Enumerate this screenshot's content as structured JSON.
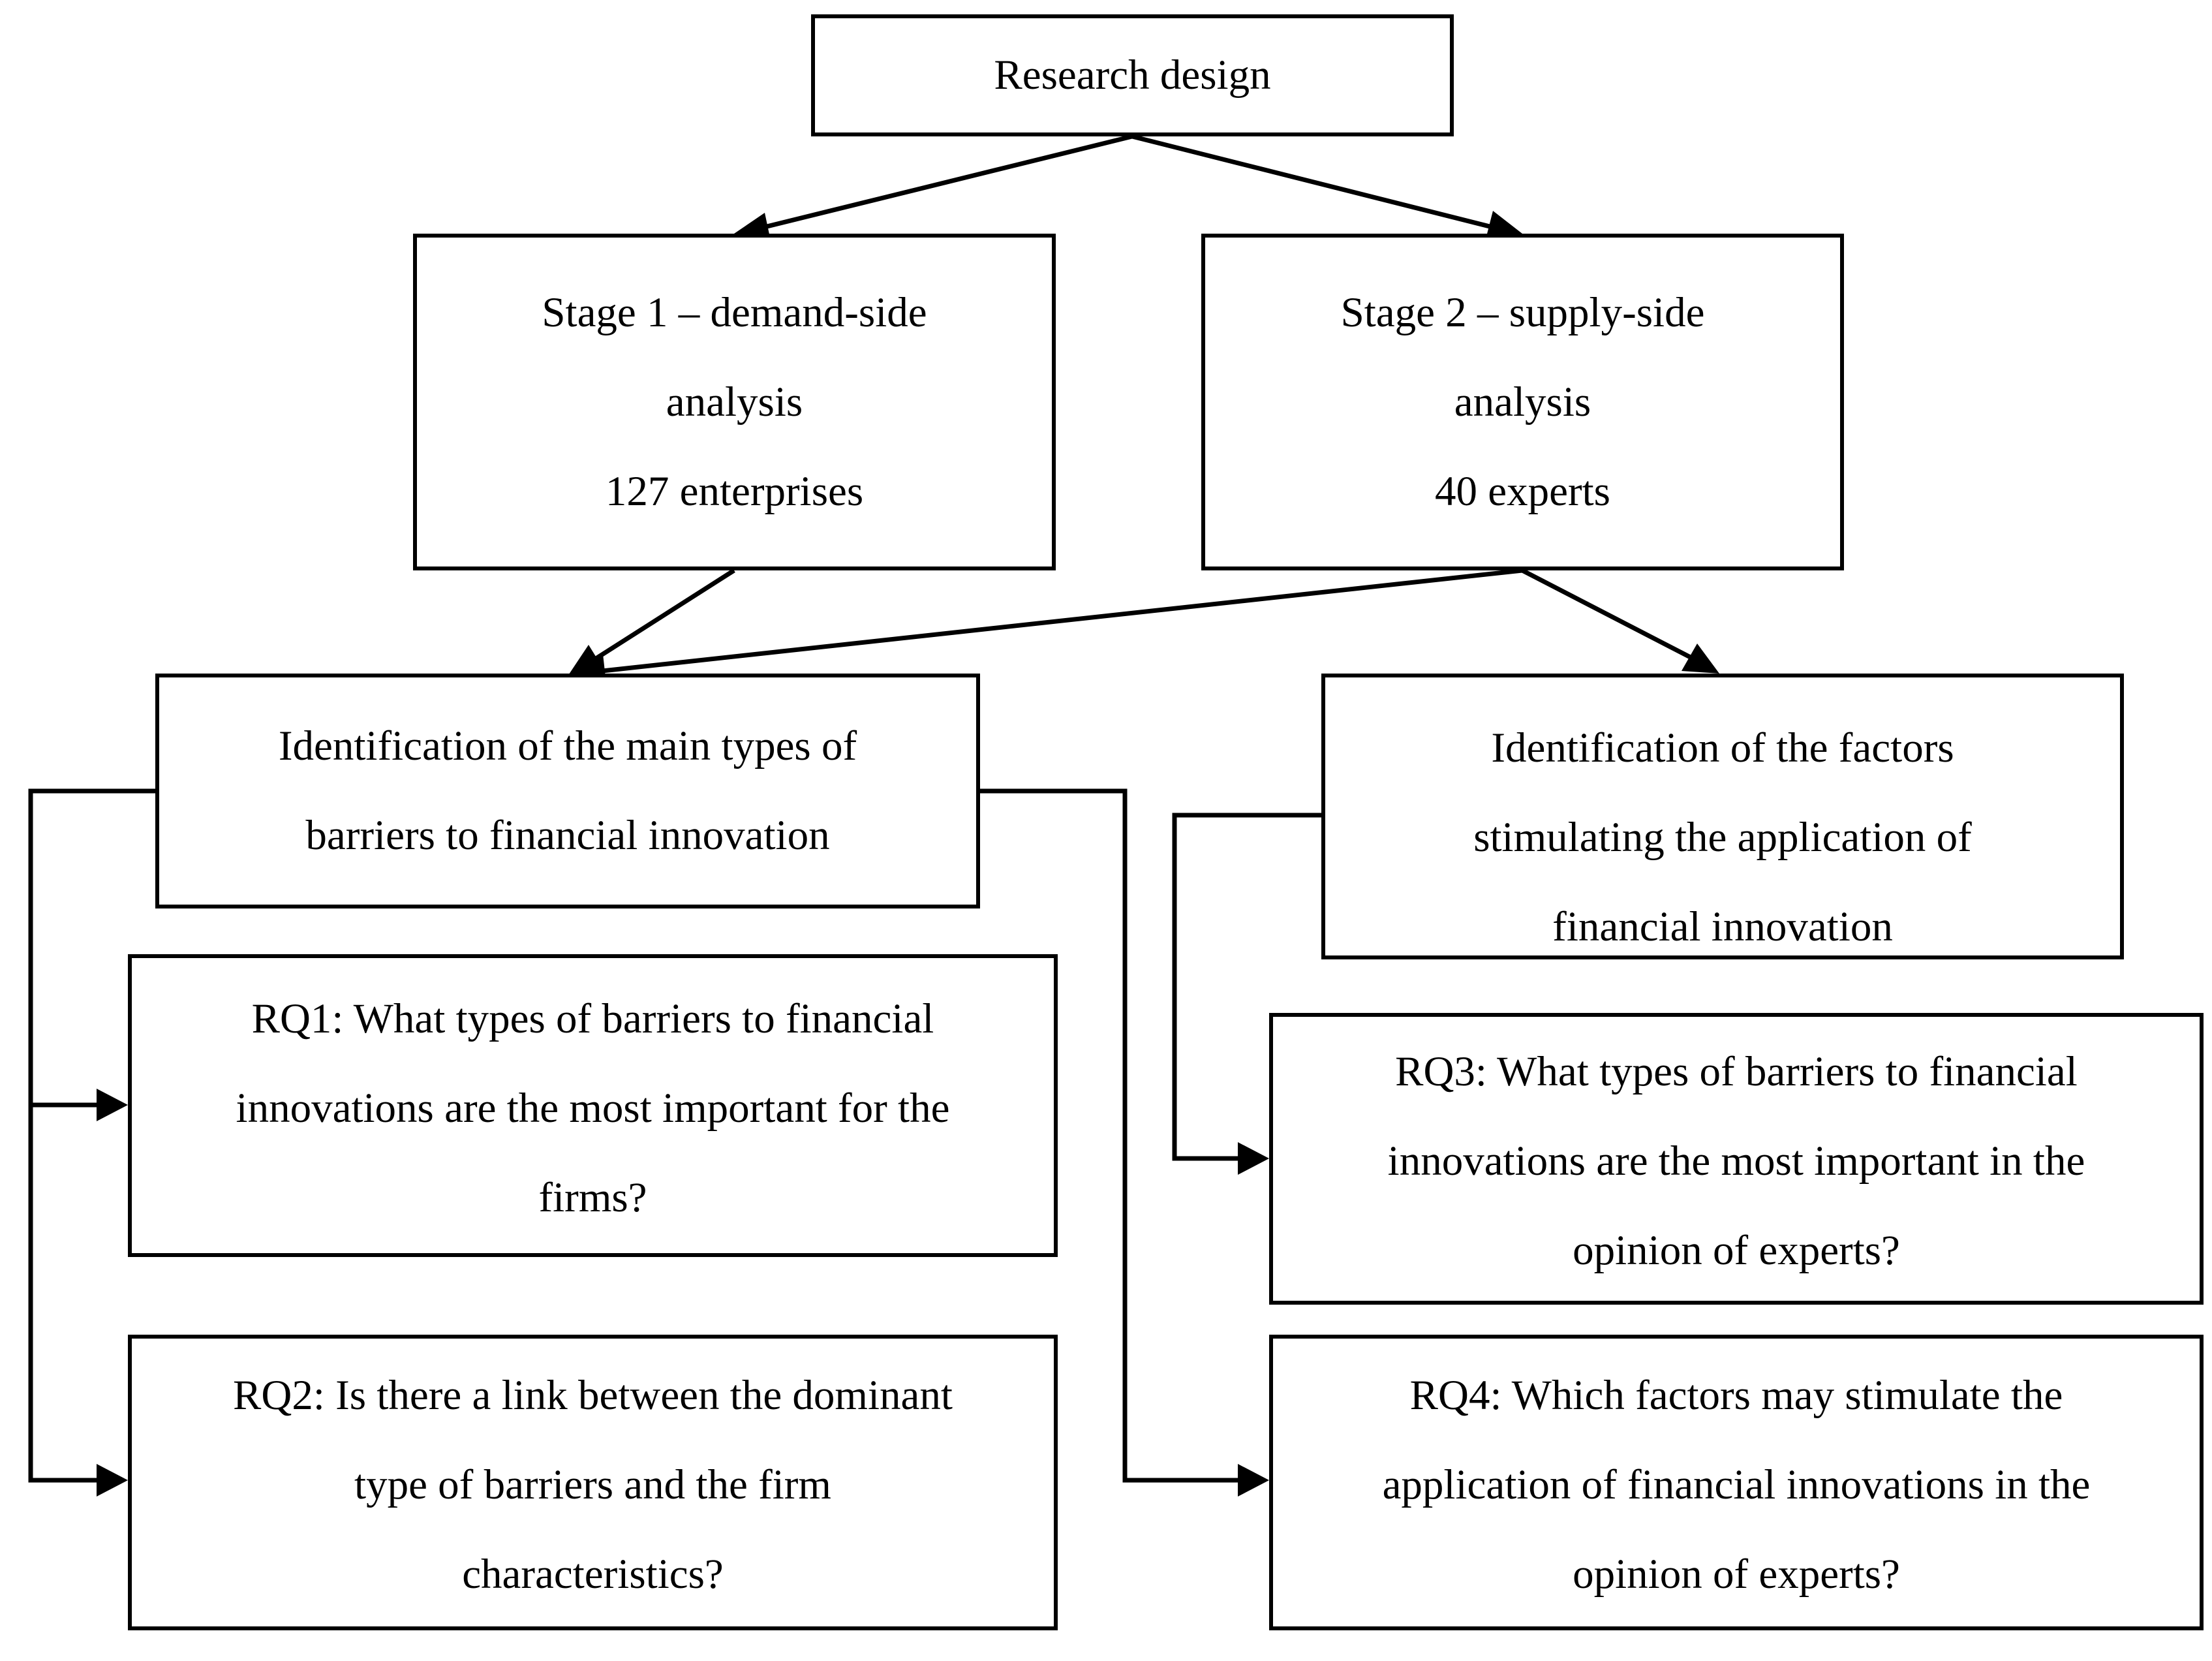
{
  "diagram": {
    "root": {
      "lines": [
        "Research design"
      ]
    },
    "stage1": {
      "lines": [
        "Stage 1 – demand-side",
        "analysis",
        "127 enterprises"
      ]
    },
    "stage2": {
      "lines": [
        "Stage 2 – supply-side",
        "analysis",
        "40 experts"
      ]
    },
    "identification_barriers": {
      "lines": [
        "Identification of the main types of",
        "barriers to financial innovation"
      ]
    },
    "identification_factors": {
      "lines": [
        "Identification of the factors",
        "stimulating the application of",
        "financial innovation"
      ]
    },
    "rq1": {
      "lines": [
        "RQ1: What types of barriers to financial",
        "innovations are the most important for the",
        "firms?"
      ]
    },
    "rq2": {
      "lines": [
        "RQ2: Is there a link between the dominant",
        "type of barriers and the firm",
        "characteristics?"
      ]
    },
    "rq3": {
      "lines": [
        "RQ3: What types of barriers to financial",
        "innovations are the most important in the",
        "opinion of experts?"
      ]
    },
    "rq4": {
      "lines": [
        "RQ4: Which factors may stimulate the",
        "application of financial innovations in the",
        "opinion of experts?"
      ]
    }
  },
  "colors": {
    "line": "#000000",
    "box_border": "#000000",
    "background": "#ffffff",
    "text": "#000000"
  }
}
